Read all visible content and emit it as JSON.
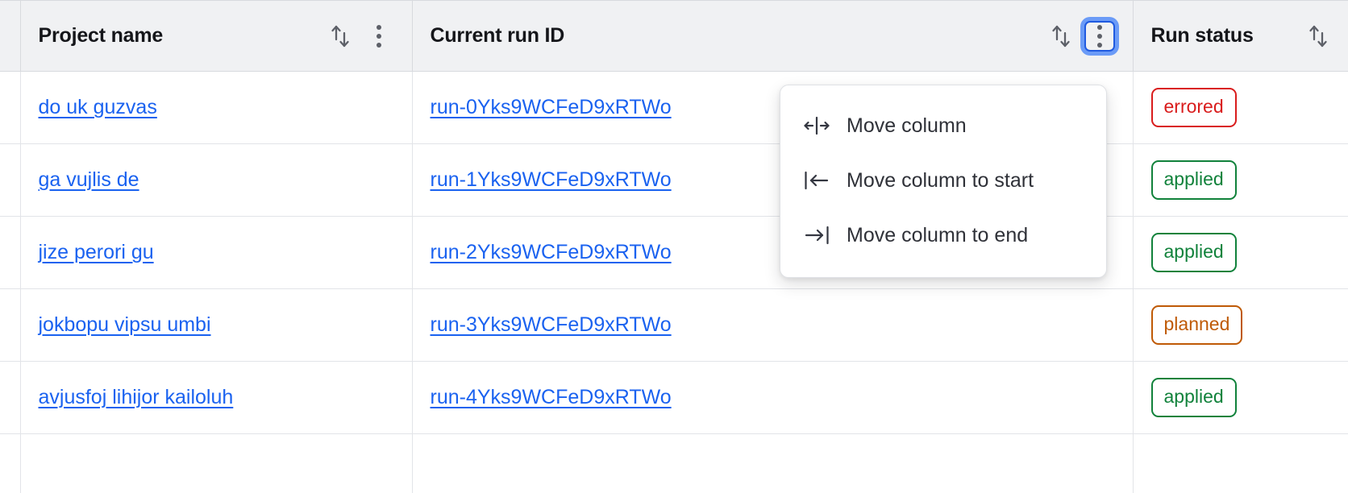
{
  "table": {
    "columns": [
      {
        "id": "gutter",
        "label": "",
        "sortable": false,
        "has_menu": false
      },
      {
        "id": "name",
        "label": "Project name",
        "sortable": true,
        "has_menu": true,
        "menu_open": false
      },
      {
        "id": "run_id",
        "label": "Current run ID",
        "sortable": true,
        "has_menu": true,
        "menu_open": true
      },
      {
        "id": "status",
        "label": "Run status",
        "sortable": true,
        "has_menu": false
      }
    ],
    "headers": {
      "project_name": "Project name",
      "current_run_id": "Current run ID",
      "run_status": "Run status"
    },
    "icons": {
      "sort": "sort-arrows-icon",
      "kebab": "kebab-menu-icon"
    },
    "rows": [
      {
        "project_name": "do uk guzvas",
        "run_id": "run-0Yks9WCFeD9xRTWo",
        "status": "errored",
        "status_color": "#d91c1c"
      },
      {
        "project_name": "ga vujlis de",
        "run_id": "run-1Yks9WCFeD9xRTWo",
        "status": "applied",
        "status_color": "#11823b"
      },
      {
        "project_name": "jize perori gu",
        "run_id": "run-2Yks9WCFeD9xRTWo",
        "status": "applied",
        "status_color": "#11823b"
      },
      {
        "project_name": "jokbopu vipsu umbi",
        "run_id": "run-3Yks9WCFeD9xRTWo",
        "status": "planned",
        "status_color": "#bf5a06"
      },
      {
        "project_name": "avjusfoj lihijor kailoluh",
        "run_id": "run-4Yks9WCFeD9xRTWo",
        "status": "applied",
        "status_color": "#11823b"
      }
    ]
  },
  "column_menu": {
    "open_for_column": "Current run ID",
    "items": [
      {
        "label": "Move column",
        "icon": "move-column-icon"
      },
      {
        "label": "Move column to start",
        "icon": "move-column-to-start-icon"
      },
      {
        "label": "Move column to end",
        "icon": "move-column-to-end-icon"
      }
    ]
  },
  "colors": {
    "link": "#1a62f0",
    "header_bg": "#f0f1f3",
    "border": "#e2e4e8",
    "focus_ring": "#6b9bf7",
    "focus_border": "#1f5ae0",
    "status_errored": "#d91c1c",
    "status_applied": "#11823b",
    "status_planned": "#bf5a06"
  }
}
